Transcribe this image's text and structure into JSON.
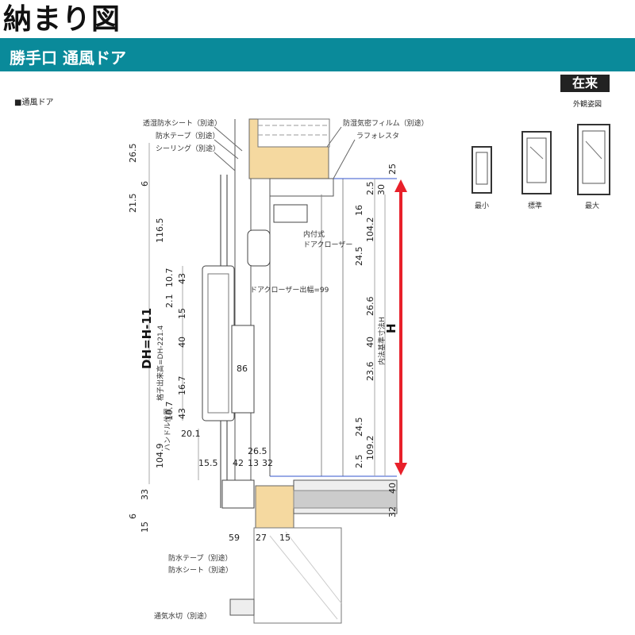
{
  "header": {
    "title": "納まり図",
    "subtitle": "勝手口 通風ドア"
  },
  "section_label": "■通風ドア",
  "install_badge": "在来",
  "appearance_label": "外観姿図",
  "thumbnails": [
    {
      "label": "最小"
    },
    {
      "label": "標準"
    },
    {
      "label": "最大"
    }
  ],
  "callouts_left": [
    "透湿防水シート（別途）",
    "防水テープ（別途）",
    "シーリング（別途）"
  ],
  "callouts_right": [
    "防湿気密フィルム（別途）",
    "ラフォレスタ"
  ],
  "closer_label": [
    "内付式",
    "ドアクローザー"
  ],
  "closer_protrusion": "ドアクローザー出幅=99",
  "bottom_callouts": [
    "防水テープ（別途）",
    "防水シート（別途）",
    "通気水切（別途）"
  ],
  "left_dims": [
    "26.5",
    "6",
    "21.5",
    "116.5",
    "104.9",
    "33",
    "6",
    "15"
  ],
  "inner_left_dims": [
    "10.7",
    "43",
    "2.1",
    "15",
    "40",
    "16.7",
    "43",
    "10.7",
    "20.1"
  ],
  "dh_label": "DH=H-11",
  "lattice_label": "格子出来高=DH-221.4",
  "handle_label": "ハンドル位置",
  "bottom_dims": [
    "15.5",
    "42",
    "13",
    "32",
    "26.5",
    "59",
    "27",
    "15"
  ],
  "center_dim": "86",
  "right_dims": [
    "2.5",
    "30",
    "25",
    "16",
    "104.2",
    "24.5",
    "26.6",
    "40",
    "23.6",
    "24.5",
    "109.2",
    "2.5",
    "40",
    "32"
  ],
  "inner_size_label": "内法基準寸法H",
  "h_label": "H",
  "colors": {
    "band": "#0a8a9a",
    "arrow": "#e8202a",
    "wood": "#f5d9a0",
    "line": "#333333"
  }
}
